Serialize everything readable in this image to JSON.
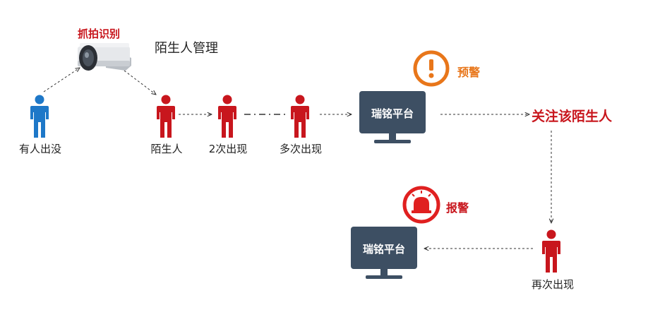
{
  "camera_label": "抓拍识别",
  "title": "陌生人管理",
  "people": {
    "appear": "有人出没",
    "stranger": "陌生人",
    "second": "2次出现",
    "multiple": "多次出现",
    "again": "再次出现"
  },
  "platform_top": "瑞铭平台",
  "platform_bottom": "瑞铭平台",
  "warning_label": "预警",
  "alarm_label": "报警",
  "focus_label": "关注该陌生人",
  "colors": {
    "blue_person": "#1e78c8",
    "red_person": "#c8161d",
    "warning_orange": "#e8761a",
    "alarm_red": "#e02020",
    "monitor": "#3d4f63"
  }
}
